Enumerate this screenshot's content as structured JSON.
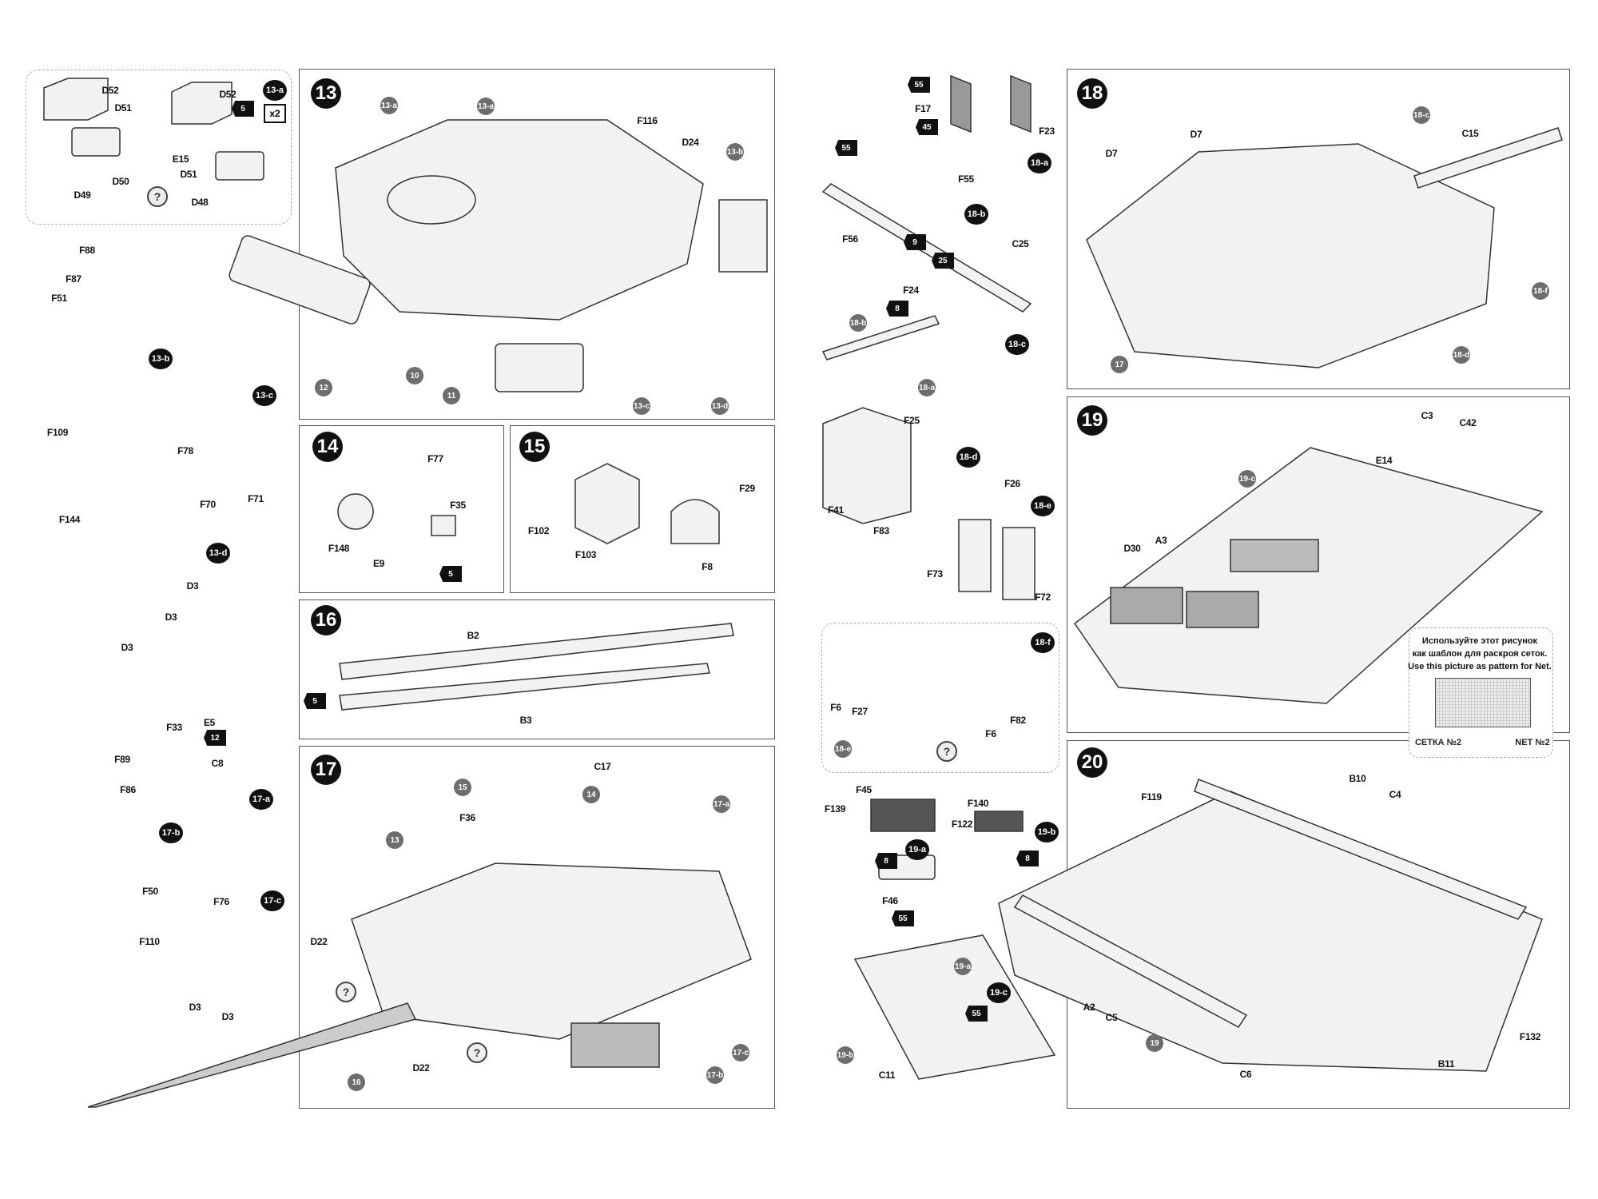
{
  "sections": {
    "box13a": [
      {
        "t": "D52",
        "k": "part"
      },
      {
        "t": "D51",
        "k": "part"
      },
      {
        "t": "D50",
        "k": "part"
      },
      {
        "t": "D49",
        "k": "part"
      },
      {
        "t": "D52",
        "k": "part"
      },
      {
        "t": "E15",
        "k": "part"
      },
      {
        "t": "D51",
        "k": "part"
      },
      {
        "t": "D48",
        "k": "part"
      },
      {
        "t": "13-a",
        "k": "sub"
      },
      {
        "t": "x2",
        "k": "box"
      },
      {
        "t": "5",
        "k": "star"
      },
      {
        "t": "?",
        "k": "help"
      }
    ],
    "left": [
      {
        "t": "F88",
        "k": "part"
      },
      {
        "t": "F87",
        "k": "part"
      },
      {
        "t": "F51",
        "k": "part"
      },
      {
        "t": "13-b",
        "k": "sub"
      },
      {
        "t": "F109",
        "k": "part"
      },
      {
        "t": "13-c",
        "k": "sub"
      },
      {
        "t": "F78",
        "k": "part"
      },
      {
        "t": "F70",
        "k": "part"
      },
      {
        "t": "F71",
        "k": "part"
      },
      {
        "t": "F144",
        "k": "part"
      },
      {
        "t": "13-d",
        "k": "sub"
      },
      {
        "t": "D3",
        "k": "part"
      },
      {
        "t": "D3",
        "k": "part"
      },
      {
        "t": "D3",
        "k": "part"
      },
      {
        "t": "F33",
        "k": "part"
      },
      {
        "t": "E5",
        "k": "part"
      },
      {
        "t": "12",
        "k": "star"
      },
      {
        "t": "C8",
        "k": "part"
      },
      {
        "t": "17-a",
        "k": "sub"
      },
      {
        "t": "F89",
        "k": "part"
      },
      {
        "t": "F86",
        "k": "part"
      },
      {
        "t": "17-b",
        "k": "sub"
      },
      {
        "t": "F50",
        "k": "part"
      },
      {
        "t": "F110",
        "k": "part"
      },
      {
        "t": "F76",
        "k": "part"
      },
      {
        "t": "17-c",
        "k": "sub"
      },
      {
        "t": "D3",
        "k": "part"
      },
      {
        "t": "D3",
        "k": "part"
      }
    ],
    "step13": [
      {
        "t": "13",
        "k": "step"
      },
      {
        "t": "13-a",
        "k": "ref"
      },
      {
        "t": "13-a",
        "k": "ref"
      },
      {
        "t": "F116",
        "k": "part"
      },
      {
        "t": "D24",
        "k": "part"
      },
      {
        "t": "13-b",
        "k": "ref"
      },
      {
        "t": "12",
        "k": "ref"
      },
      {
        "t": "10",
        "k": "ref"
      },
      {
        "t": "11",
        "k": "ref"
      },
      {
        "t": "13-c",
        "k": "ref"
      },
      {
        "t": "13-d",
        "k": "ref"
      }
    ],
    "step14": [
      {
        "t": "14",
        "k": "step"
      },
      {
        "t": "F77",
        "k": "part"
      },
      {
        "t": "F35",
        "k": "part"
      },
      {
        "t": "F148",
        "k": "part"
      },
      {
        "t": "E9",
        "k": "part"
      },
      {
        "t": "5",
        "k": "star"
      }
    ],
    "step15": [
      {
        "t": "15",
        "k": "step"
      },
      {
        "t": "F29",
        "k": "part"
      },
      {
        "t": "F102",
        "k": "part"
      },
      {
        "t": "F103",
        "k": "part"
      },
      {
        "t": "F8",
        "k": "part"
      }
    ],
    "step16": [
      {
        "t": "16",
        "k": "step"
      },
      {
        "t": "B2",
        "k": "part"
      },
      {
        "t": "B3",
        "k": "part"
      },
      {
        "t": "5",
        "k": "star"
      }
    ],
    "step17": [
      {
        "t": "17",
        "k": "step"
      },
      {
        "t": "15",
        "k": "ref"
      },
      {
        "t": "14",
        "k": "ref"
      },
      {
        "t": "C17",
        "k": "part"
      },
      {
        "t": "17-a",
        "k": "ref"
      },
      {
        "t": "F36",
        "k": "part"
      },
      {
        "t": "13",
        "k": "ref"
      },
      {
        "t": "D22",
        "k": "part"
      },
      {
        "t": "?",
        "k": "help"
      },
      {
        "t": "D22",
        "k": "part"
      },
      {
        "t": "?",
        "k": "help"
      },
      {
        "t": "16",
        "k": "ref"
      },
      {
        "t": "17-c",
        "k": "ref"
      },
      {
        "t": "17-b",
        "k": "ref"
      }
    ],
    "middle": [
      {
        "t": "55",
        "k": "star"
      },
      {
        "t": "F17",
        "k": "part"
      },
      {
        "t": "45",
        "k": "star"
      },
      {
        "t": "F23",
        "k": "part"
      },
      {
        "t": "55",
        "k": "star"
      },
      {
        "t": "F55",
        "k": "part"
      },
      {
        "t": "18-a",
        "k": "sub"
      },
      {
        "t": "18-b",
        "k": "sub"
      },
      {
        "t": "F56",
        "k": "part"
      },
      {
        "t": "9",
        "k": "star"
      },
      {
        "t": "25",
        "k": "star"
      },
      {
        "t": "C25",
        "k": "part"
      },
      {
        "t": "F24",
        "k": "part"
      },
      {
        "t": "8",
        "k": "star"
      },
      {
        "t": "18-b",
        "k": "ref"
      },
      {
        "t": "18-c",
        "k": "sub"
      },
      {
        "t": "18-a",
        "k": "ref"
      },
      {
        "t": "F25",
        "k": "part"
      },
      {
        "t": "18-d",
        "k": "sub"
      },
      {
        "t": "F41",
        "k": "part"
      },
      {
        "t": "F83",
        "k": "part"
      },
      {
        "t": "F26",
        "k": "part"
      },
      {
        "t": "18-e",
        "k": "sub"
      },
      {
        "t": "F73",
        "k": "part"
      },
      {
        "t": "F72",
        "k": "part"
      }
    ],
    "box18f": [
      {
        "t": "18-f",
        "k": "sub"
      },
      {
        "t": "F27",
        "k": "part"
      },
      {
        "t": "F6",
        "k": "part"
      },
      {
        "t": "18-e",
        "k": "ref"
      },
      {
        "t": "?",
        "k": "help"
      },
      {
        "t": "F82",
        "k": "part"
      },
      {
        "t": "F6",
        "k": "part"
      }
    ],
    "sub19": [
      {
        "t": "F45",
        "k": "part"
      },
      {
        "t": "F139",
        "k": "part"
      },
      {
        "t": "8",
        "k": "star"
      },
      {
        "t": "19-a",
        "k": "sub"
      },
      {
        "t": "F140",
        "k": "part"
      },
      {
        "t": "F122",
        "k": "part"
      },
      {
        "t": "8",
        "k": "star"
      },
      {
        "t": "19-b",
        "k": "sub"
      },
      {
        "t": "F46",
        "k": "part"
      },
      {
        "t": "55",
        "k": "star"
      },
      {
        "t": "19-a",
        "k": "ref"
      },
      {
        "t": "19-c",
        "k": "sub"
      },
      {
        "t": "55",
        "k": "star"
      },
      {
        "t": "19-b",
        "k": "ref"
      },
      {
        "t": "C11",
        "k": "part"
      }
    ],
    "step18": [
      {
        "t": "18",
        "k": "step"
      },
      {
        "t": "D7",
        "k": "part"
      },
      {
        "t": "D7",
        "k": "part"
      },
      {
        "t": "18-c",
        "k": "ref"
      },
      {
        "t": "C15",
        "k": "part"
      },
      {
        "t": "17",
        "k": "ref"
      },
      {
        "t": "18-d",
        "k": "ref"
      },
      {
        "t": "18-f",
        "k": "ref"
      }
    ],
    "step19": [
      {
        "t": "19",
        "k": "step"
      },
      {
        "t": "C3",
        "k": "part"
      },
      {
        "t": "C42",
        "k": "part"
      },
      {
        "t": "E14",
        "k": "part"
      },
      {
        "t": "19-c",
        "k": "ref"
      },
      {
        "t": "A3",
        "k": "part"
      },
      {
        "t": "D30",
        "k": "part"
      }
    ],
    "netbox": [
      {
        "t": "Используйте этот рисунок",
        "k": "note"
      },
      {
        "t": "как шаблон для раскроя сеток.",
        "k": "note"
      },
      {
        "t": "Use this picture as pattern for Net.",
        "k": "note"
      },
      {
        "t": "СЕТКА №2",
        "k": "noteb"
      },
      {
        "t": "NET №2",
        "k": "noteb"
      }
    ],
    "step20": [
      {
        "t": "20",
        "k": "step"
      },
      {
        "t": "B10",
        "k": "part"
      },
      {
        "t": "C4",
        "k": "part"
      },
      {
        "t": "F119",
        "k": "part"
      },
      {
        "t": "A2",
        "k": "part"
      },
      {
        "t": "C5",
        "k": "part"
      },
      {
        "t": "19",
        "k": "ref"
      },
      {
        "t": "C6",
        "k": "part"
      },
      {
        "t": "B11",
        "k": "part"
      },
      {
        "t": "F132",
        "k": "part"
      }
    ]
  }
}
